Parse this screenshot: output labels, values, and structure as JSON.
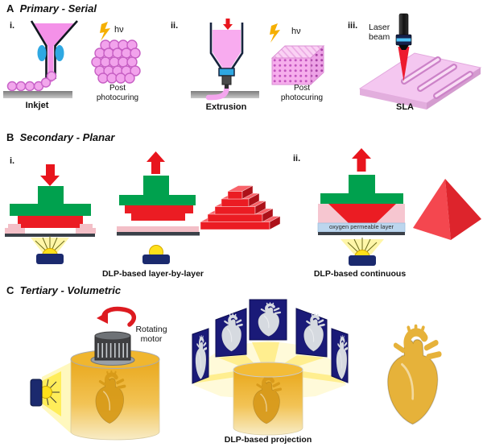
{
  "figure": {
    "description": "3D bioprinting modalities diagram"
  },
  "colors": {
    "resin_pink": "#F491E8",
    "slab_pink": "#F4C7F0",
    "vat_pink": "#F6C6D0",
    "pink_step": "#F3BFC7",
    "cured_red": "#EB1C23",
    "plate_green": "#00A14E",
    "piezo_blue": "#2FA8E2",
    "photon_yellow": "#F5AF00",
    "projector_navy": "#1B2A6E",
    "light_yellow": "#FFF6A8",
    "oxygen_blue": "#BCD6EE",
    "bioresin_amber": "#EFAF1E",
    "panel_navy": "#1A1A78",
    "substrate_gray": "#8A8A8A"
  },
  "sections": {
    "a": {
      "letter": "A",
      "title": "Primary - Serial",
      "hv": "hν",
      "post": "Post photocuring",
      "i": {
        "num": "i.",
        "label": "Inkjet"
      },
      "ii": {
        "num": "ii.",
        "label": "Extrusion"
      },
      "iii": {
        "num": "iii.",
        "label": "SLA",
        "laser": "Laser beam"
      }
    },
    "b": {
      "letter": "B",
      "title": "Secondary - Planar",
      "i": {
        "num": "i.",
        "label": "DLP-based layer-by-layer"
      },
      "ii": {
        "num": "ii.",
        "label": "DLP-based continuous",
        "oxygen": "oxygen permeable layer"
      }
    },
    "c": {
      "letter": "C",
      "title": "Tertiary - Volumetric",
      "motor": "Rotating motor",
      "label": "DLP-based projection"
    }
  }
}
